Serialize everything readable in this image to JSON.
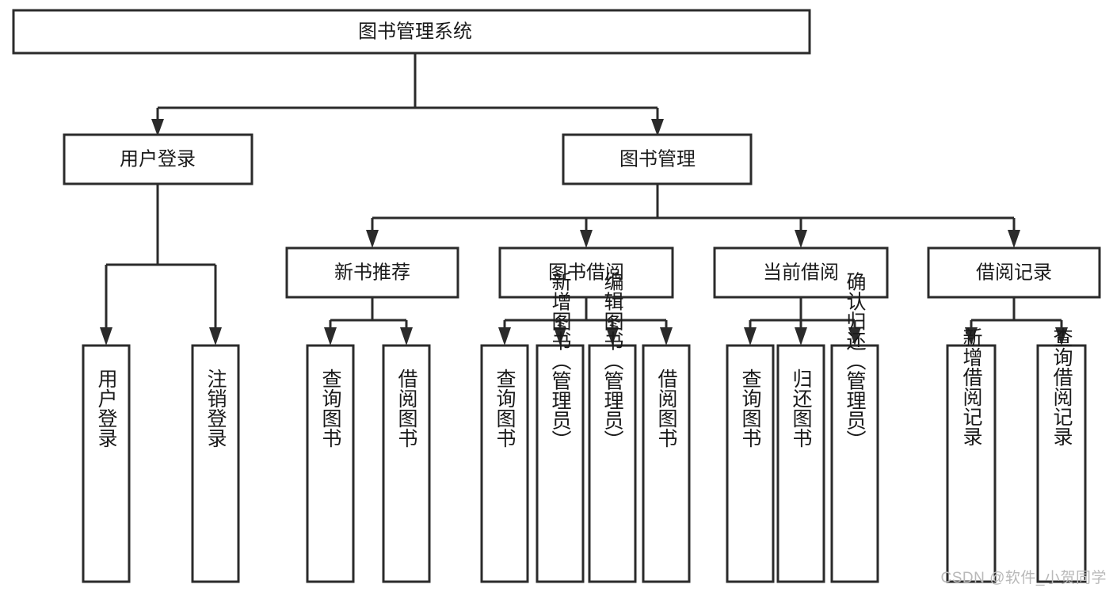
{
  "diagram": {
    "type": "tree-hierarchy-chart",
    "title": "图书管理系统",
    "watermark": "CSDN @软件_小贺同学",
    "colors": {
      "stroke": "#2b2b2b",
      "fill": "#ffffff",
      "text": "#1a1a1a",
      "watermark": "#b9b9b9",
      "background": "#ffffff"
    },
    "nodes": {
      "root": {
        "label": "图书管理系统",
        "orientation": "horizontal"
      },
      "level2": [
        {
          "id": "user-login",
          "label": "用户登录",
          "orientation": "horizontal"
        },
        {
          "id": "book-management",
          "label": "图书管理",
          "orientation": "horizontal"
        }
      ],
      "level3": [
        {
          "id": "new-book-recommend",
          "label": "新书推荐",
          "orientation": "horizontal"
        },
        {
          "id": "book-borrow",
          "label": "图书借阅",
          "orientation": "horizontal"
        },
        {
          "id": "current-borrow",
          "label": "当前借阅",
          "orientation": "horizontal"
        },
        {
          "id": "borrow-record",
          "label": "借阅记录",
          "orientation": "horizontal"
        }
      ],
      "leaves": [
        {
          "id": "leaf-user-login",
          "parent": "user-login",
          "label": "用户登录",
          "orientation": "vertical"
        },
        {
          "id": "leaf-logout-login",
          "parent": "user-login",
          "label": "注销登录",
          "orientation": "vertical"
        },
        {
          "id": "leaf-query-book-1",
          "parent": "new-book-recommend",
          "label": "查询图书",
          "orientation": "vertical"
        },
        {
          "id": "leaf-borrow-book-1",
          "parent": "new-book-recommend",
          "label": "借阅图书",
          "orientation": "vertical"
        },
        {
          "id": "leaf-query-book-2",
          "parent": "book-borrow",
          "label": "查询图书",
          "orientation": "vertical"
        },
        {
          "id": "leaf-add-book",
          "parent": "book-borrow",
          "label": "新增图书（管理员）",
          "orientation": "vertical"
        },
        {
          "id": "leaf-edit-book",
          "parent": "book-borrow",
          "label": "编辑图书（管理员）",
          "orientation": "vertical"
        },
        {
          "id": "leaf-borrow-book-2",
          "parent": "book-borrow",
          "label": "借阅图书",
          "orientation": "vertical"
        },
        {
          "id": "leaf-query-book-3",
          "parent": "current-borrow",
          "label": "查询图书",
          "orientation": "vertical"
        },
        {
          "id": "leaf-return-book",
          "parent": "current-borrow",
          "label": "归还图书",
          "orientation": "vertical"
        },
        {
          "id": "leaf-confirm-return",
          "parent": "current-borrow",
          "label": "确认归还（管理员）",
          "orientation": "vertical"
        },
        {
          "id": "leaf-add-borrow-record",
          "parent": "borrow-record",
          "label": "新增借阅记录",
          "orientation": "vertical"
        },
        {
          "id": "leaf-query-borrow-record",
          "parent": "borrow-record",
          "label": "查询借阅记录",
          "orientation": "vertical"
        }
      ]
    }
  }
}
